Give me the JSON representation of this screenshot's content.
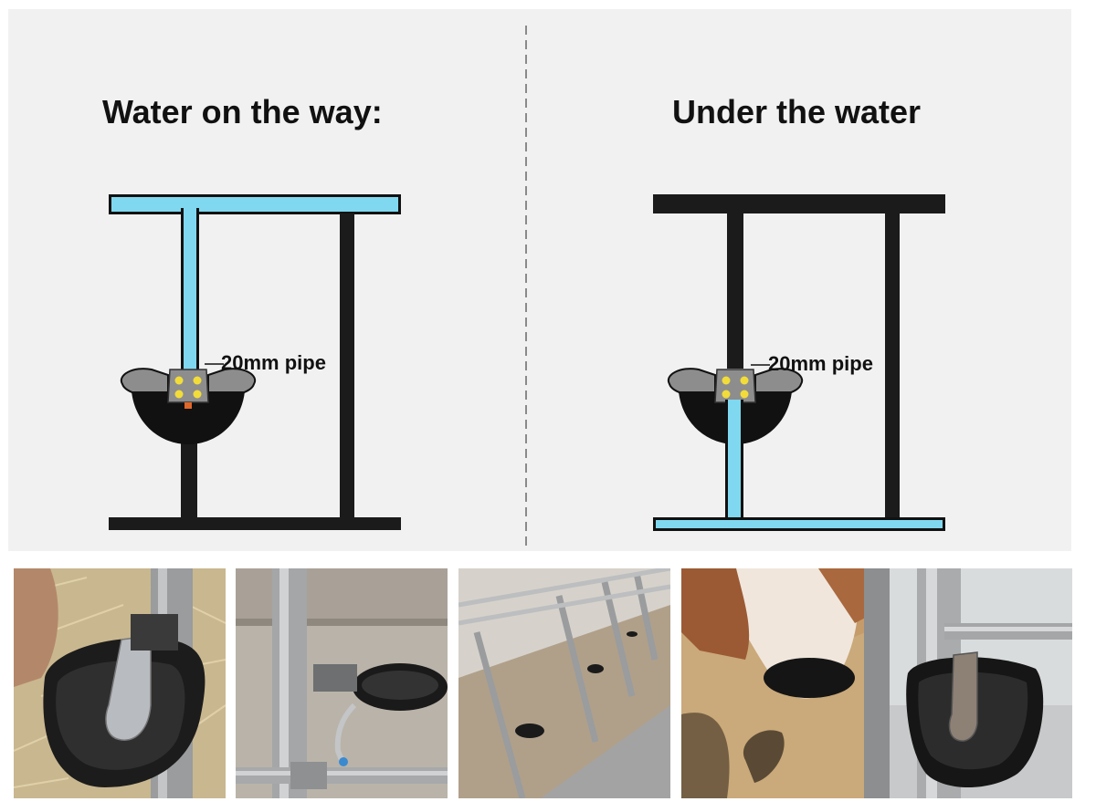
{
  "diagram": {
    "left_title": "Water on the way:",
    "right_title": "Under the water",
    "left_pipe_label": "20mm pipe",
    "right_pipe_label": "20mm pipe"
  },
  "colors": {
    "water_pipe": "#7fd8ef",
    "frame": "#1b1b1b",
    "panel_bg": "#f1f1f1",
    "divider": "#8a8a8a",
    "valve_body": "#8d8d8d",
    "valve_bolts": "#f2dc3a",
    "valve_outlet": "#e0672a"
  },
  "photos": [
    {
      "subject": "bowl-with-paddle-closeup"
    },
    {
      "subject": "bowl-on-pipe-with-feed-line"
    },
    {
      "subject": "barn-row-of-bowls"
    },
    {
      "subject": "cow-drinking"
    },
    {
      "subject": "bowl-on-rail-closeup"
    }
  ]
}
